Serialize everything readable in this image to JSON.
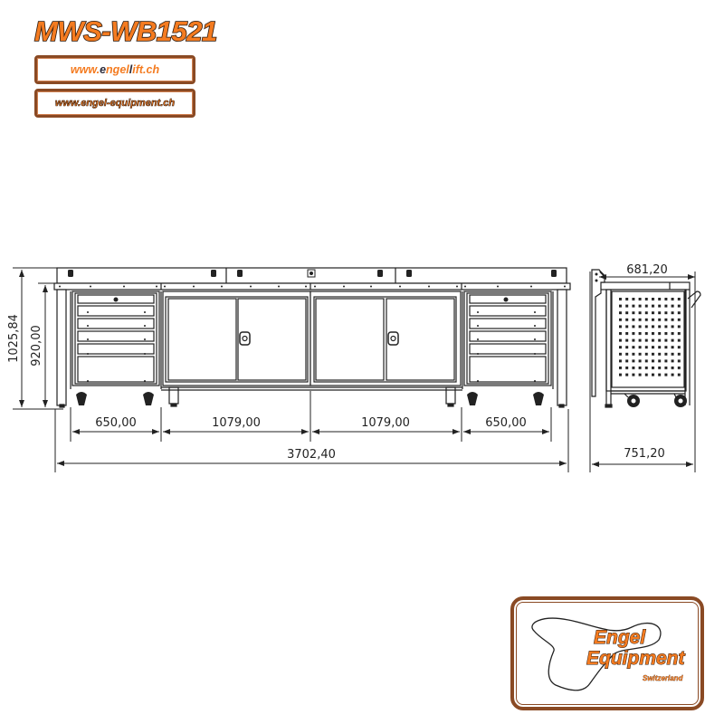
{
  "header": {
    "model": "MWS-WB1521",
    "url_1_prefix": "www.",
    "url_1_e": "e",
    "url_1_mid": "ngel",
    "url_1_l": "l",
    "url_1_suffix": "ift.ch",
    "url_2": "www.engel-equipment.ch"
  },
  "colors": {
    "brand_orange": "#f47b20",
    "brand_brown": "#8a4a24",
    "line": "#222222"
  },
  "front_view": {
    "dimensions": {
      "overall_height": "1025,84",
      "worktop_height": "920,00",
      "segment_1_width": "650,00",
      "segment_2_width": "1079,00",
      "segment_3_width": "1079,00",
      "segment_4_width": "650,00",
      "overall_width": "3702,40"
    },
    "modules": [
      {
        "type": "drawer-cabinet",
        "drawers": 5
      },
      {
        "type": "two-door-cabinet"
      },
      {
        "type": "two-door-cabinet"
      },
      {
        "type": "drawer-cabinet",
        "drawers": 5
      }
    ]
  },
  "side_view": {
    "dimensions": {
      "depth_top": "681,20",
      "depth_overall": "751,20"
    }
  },
  "logo": {
    "line_1": "Engel",
    "line_2": "Equipment",
    "line_3": "Switzerland"
  }
}
